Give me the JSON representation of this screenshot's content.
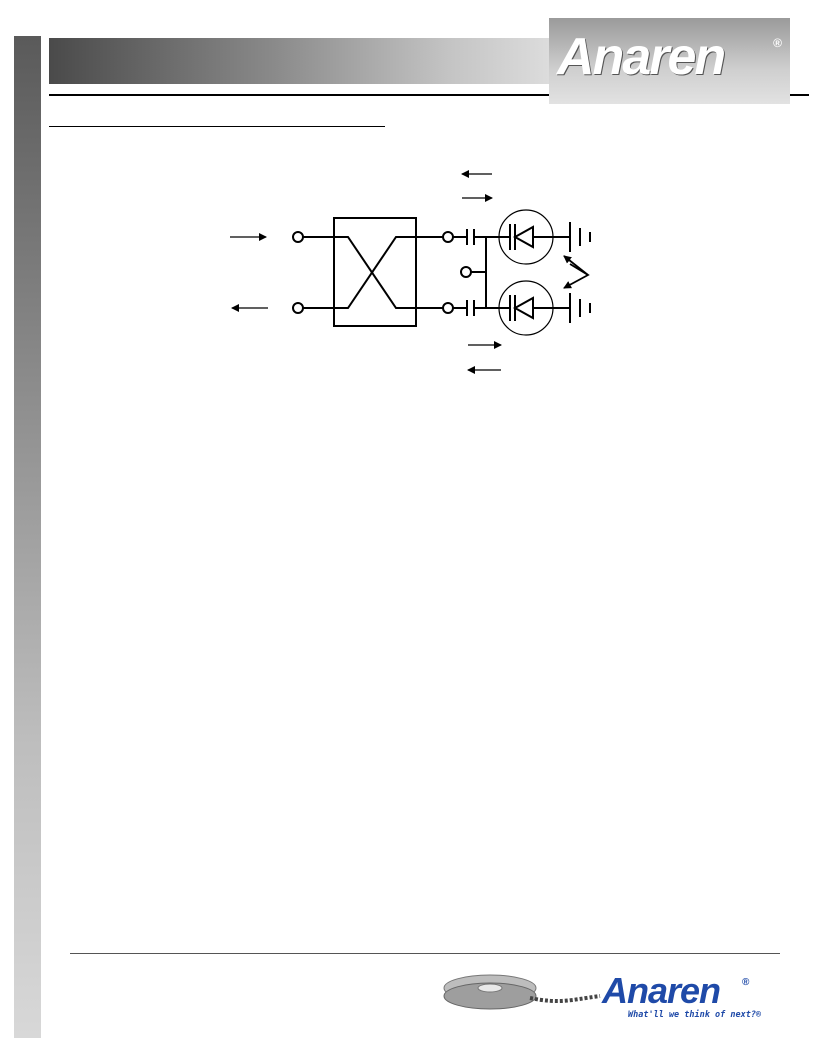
{
  "brand": {
    "name": "Anaren",
    "registered_mark": "®",
    "slogan": "What'll we think of next?®"
  },
  "colors": {
    "brand_blue": "#1f4aa8",
    "header_dark": "#4a4a4a",
    "header_light": "#dcdcdc"
  },
  "diagram": {
    "components": [
      "coupler-box",
      "port-1",
      "port-2",
      "port-3",
      "port-4",
      "bias-port",
      "capacitor-1",
      "capacitor-2",
      "pin-diode-1",
      "pin-diode-2"
    ],
    "icons": [
      "arrow-in-icon",
      "arrow-out-icon"
    ]
  }
}
